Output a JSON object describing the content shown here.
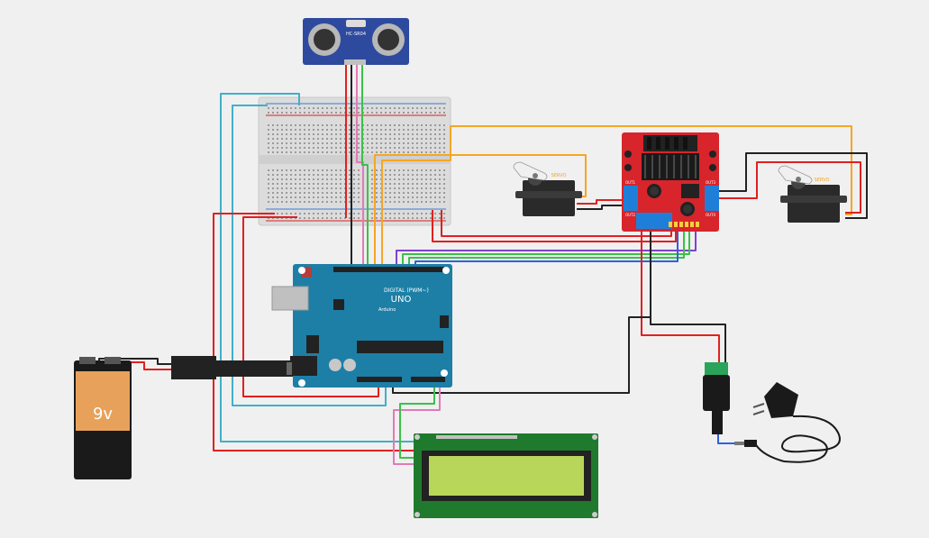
{
  "battery": {
    "label": "9v"
  },
  "arduino": {
    "logo": "UNO",
    "brand": "Arduino",
    "header_text": "DIGITAL (PWM~)"
  },
  "sensor": {
    "model": "HC-SR04"
  },
  "motor_driver": {
    "pin_labels": [
      "OUT1",
      "OUT2",
      "OUT3",
      "OUT4"
    ]
  },
  "servos": [
    {
      "label": "SERVO"
    },
    {
      "label": "SERVO"
    }
  ],
  "lcd": {
    "text_line_1": "",
    "text_line_2": ""
  },
  "colors": {
    "background": "#f0f0f0",
    "arduino": "#1d7fa6",
    "driver": "#d8242b",
    "sensor": "#2e4a9e",
    "lcd_screen": "#b8d65a",
    "lcd_board": "#1f7a2e",
    "battery": "#e8a15a",
    "wire_red": "#e02020",
    "wire_black": "#222222",
    "wire_teal": "#3fb0c8",
    "wire_orange": "#f5a623",
    "wire_green": "#3cc04a",
    "wire_pink": "#e07bb5",
    "wire_purple": "#8040d0",
    "wire_blue": "#3060e0"
  }
}
